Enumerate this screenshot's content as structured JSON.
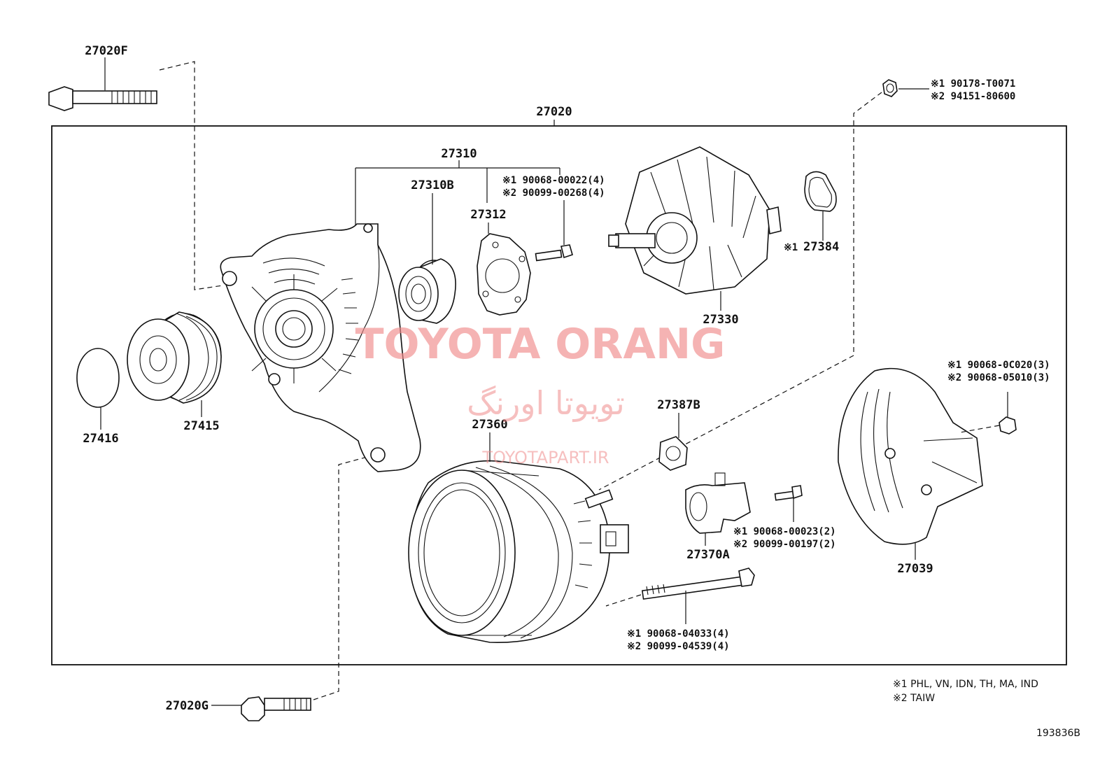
{
  "diagram": {
    "assembly_label": "27020",
    "labels": {
      "p27020F": "27020F",
      "p27020G": "27020G",
      "p27310": "27310",
      "p27310B": "27310B",
      "p27312": "27312",
      "p27384": "27384",
      "p27384_mark": "※1",
      "p27330": "27330",
      "p27416": "27416",
      "p27415": "27415",
      "p27360": "27360",
      "p27387B": "27387B",
      "p27370A": "27370A",
      "p27039": "27039"
    },
    "fasteners": {
      "nut_top": [
        "※1 90178-T0071",
        "※2 94151-80600"
      ],
      "bolt_27312": [
        "※1 90068-00022(4)",
        "※2 90099-00268(4)"
      ],
      "nut_27039": [
        "※1 90068-0C020(3)",
        "※2 90068-05010(3)"
      ],
      "bolt_27370A": [
        "※1 90068-00023(2)",
        "※2 90099-00197(2)"
      ],
      "through_bolt": [
        "※1 90068-04033(4)",
        "※2 90099-04539(4)"
      ]
    },
    "footnotes": [
      "※1 PHL, VN, IDN, TH, MA, IND",
      "※2 TAIW"
    ],
    "diagram_id": "193836B"
  },
  "watermark": {
    "title": "TOYOTA ORANG",
    "persian": "تویوتا اورنگ",
    "url": "TOYOTAPART.IR",
    "color": "#f08c8c"
  }
}
